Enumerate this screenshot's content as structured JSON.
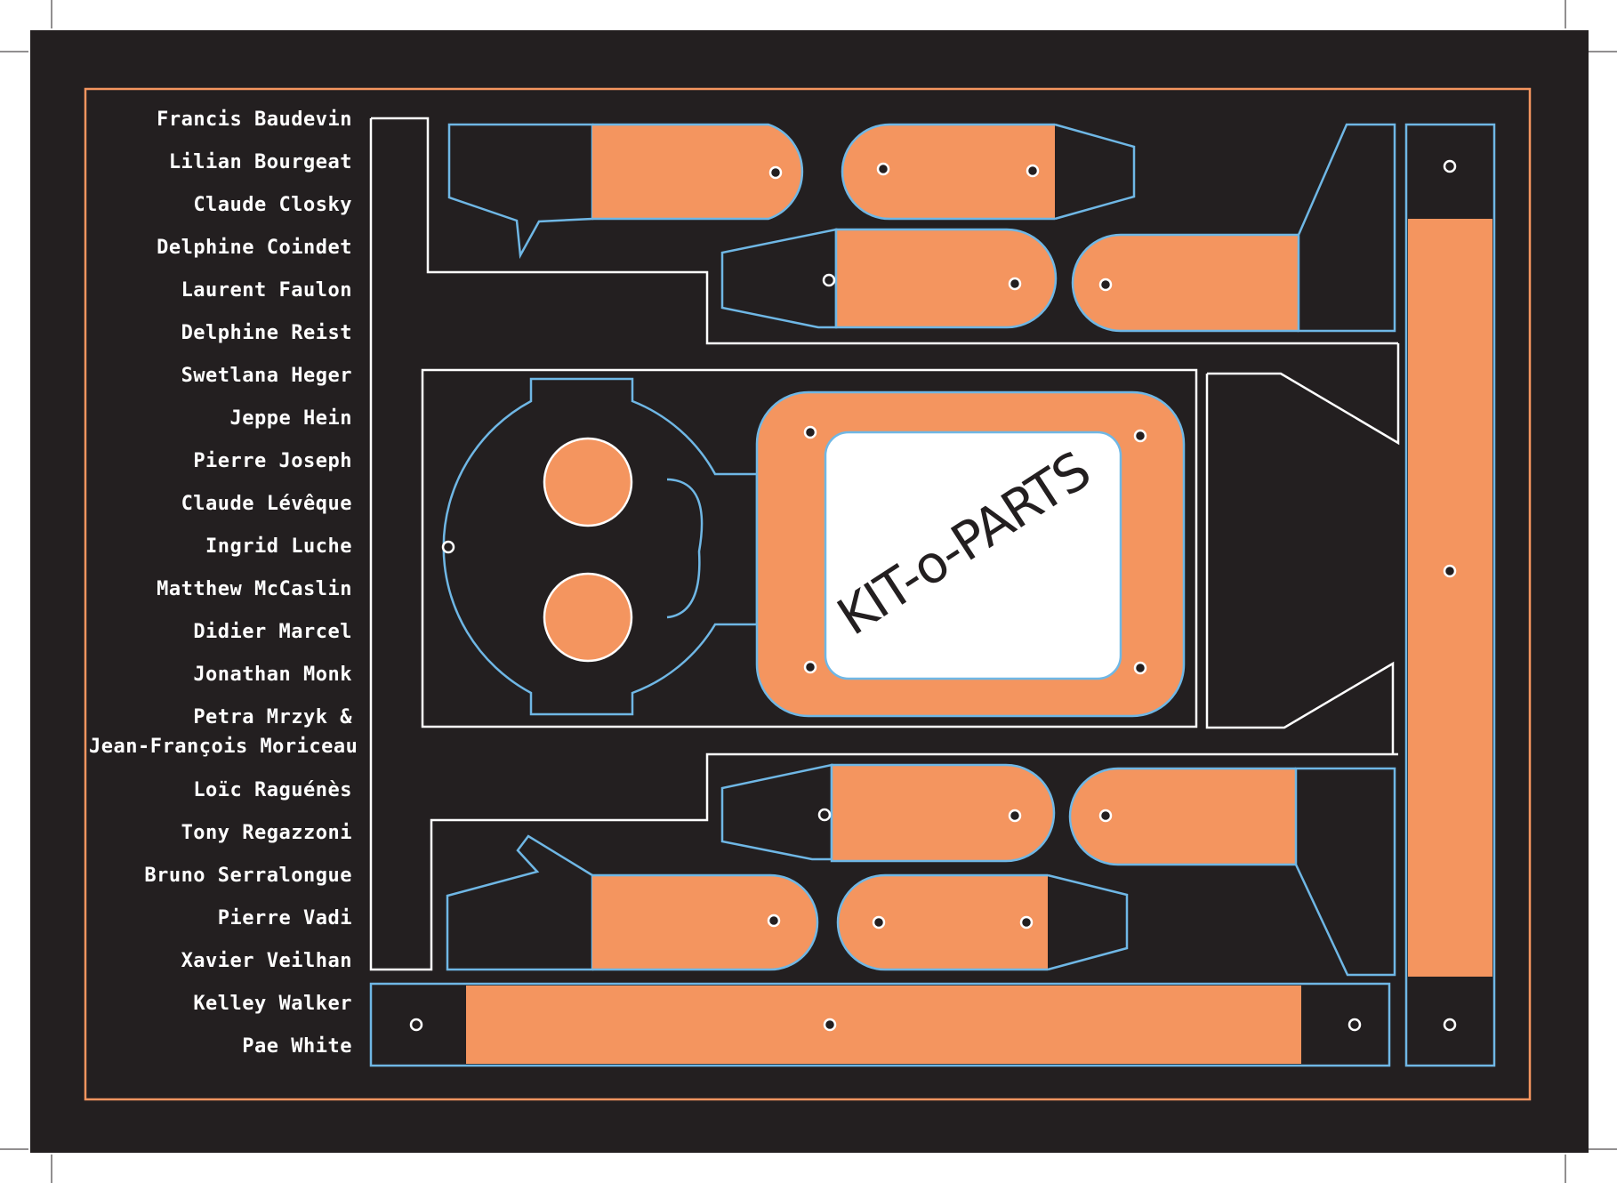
{
  "title": "KIT-o-PARTS",
  "artists": [
    {
      "line1": "Francis Baudevin"
    },
    {
      "line1": "Lilian Bourgeat"
    },
    {
      "line1": "Claude Closky"
    },
    {
      "line1": "Delphine Coindet"
    },
    {
      "line1": "Laurent Faulon"
    },
    {
      "line1": "Delphine Reist"
    },
    {
      "line1": "Swetlana Heger"
    },
    {
      "line1": "Jeppe Hein"
    },
    {
      "line1": "Pierre Joseph"
    },
    {
      "line1": "Claude Lévêque"
    },
    {
      "line1": "Ingrid Luche"
    },
    {
      "line1": "Matthew McCaslin"
    },
    {
      "line1": "Didier Marcel"
    },
    {
      "line1": "Jonathan Monk"
    },
    {
      "line1": "Petra Mrzyk &",
      "line2": "Jean-François Moriceau"
    },
    {
      "line1": "Loïc Raguénès"
    },
    {
      "line1": "Tony Regazzoni"
    },
    {
      "line1": "Bruno Serralongue"
    },
    {
      "line1": "Pierre Vadi"
    },
    {
      "line1": "Xavier Veilhan"
    },
    {
      "line1": "Kelley Walker"
    },
    {
      "line1": "Pae White"
    }
  ],
  "colors": {
    "background": "#231f20",
    "orange": "#f4955f",
    "blue": "#6fb7e5",
    "white": "#ffffff",
    "border": "#f4955f"
  }
}
